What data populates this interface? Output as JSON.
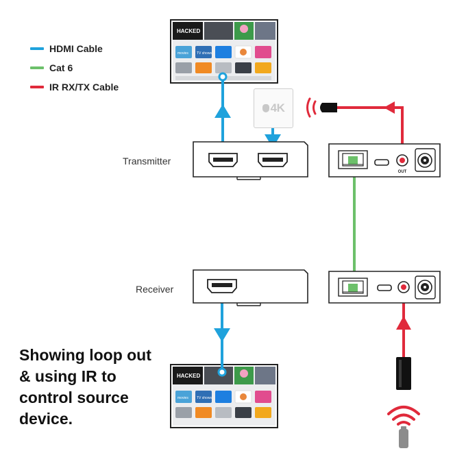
{
  "legend": {
    "items": [
      {
        "label": "HDMI Cable",
        "color": "#1fa2dc"
      },
      {
        "label": "Cat 6",
        "color": "#6cc06a"
      },
      {
        "label": "IR RX/TX Cable",
        "color": "#e02a3b"
      }
    ]
  },
  "labels": {
    "transmitter": "Transmitter",
    "receiver": "Receiver",
    "out_port": "OUT"
  },
  "source_device": {
    "badge": "4K",
    "icon": "apple-icon"
  },
  "tv_screen": {
    "tiles": [
      "HACKED",
      "movies",
      "TV shows"
    ]
  },
  "headline": {
    "lines": [
      "Showing loop out",
      "& using IR to",
      "control source",
      "device."
    ]
  },
  "colors": {
    "hdmi": "#1fa2dc",
    "cat6": "#6cc06a",
    "ir": "#e02a3b",
    "device_outline": "#222222"
  }
}
